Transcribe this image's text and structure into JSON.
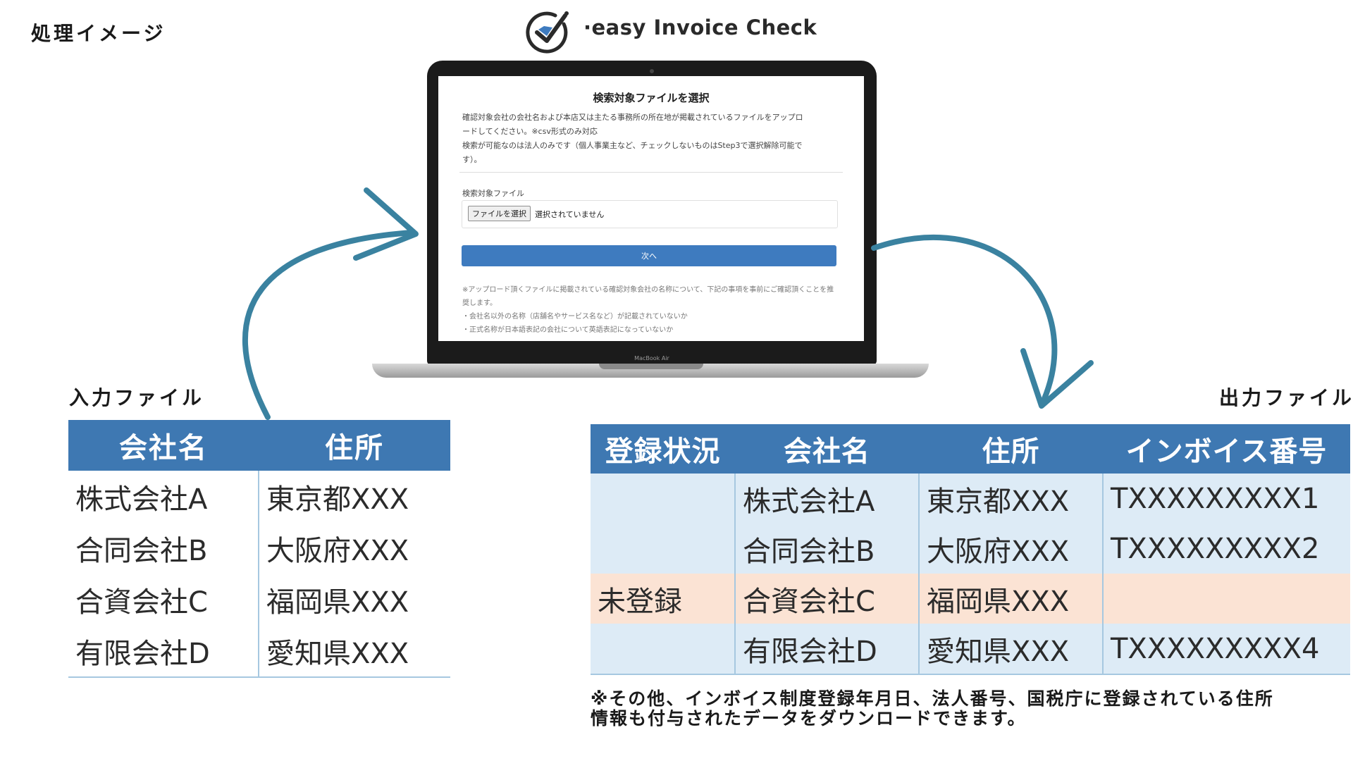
{
  "page_title": "処理イメージ",
  "logo": {
    "text": "·easy Invoice Check",
    "icon": "check-circle-logo-icon",
    "color": "#2a2a2a",
    "accent": "#3e7bbf"
  },
  "laptop": {
    "brand": "MacBook Air",
    "screen": {
      "heading": "検索対象ファイルを選択",
      "description_lines": [
        "確認対象会社の会社名および本店又は主たる事務所の所在地が掲載されているファイルをアップロ",
        "ードしてください。※csv形式のみ対応",
        "検索が可能なのは法人のみです（個人事業主など、チェックしないものはStep3で選択解除可能で",
        "す）。"
      ],
      "file_field_label": "検索対象ファイル",
      "file_button_label": "ファイルを選択",
      "file_status": "選択されていません",
      "next_button_label": "次へ",
      "note_lines": [
        "※アップロード頂くファイルに掲載されている確認対象会社の名称について、下記の事項を事前にご確認頂くことを推",
        "奨します。",
        "・会社名以外の名称（店舗名やサービス名など）が記載されていないか",
        "・正式名称が日本語表記の会社について英語表記になっていないか"
      ]
    }
  },
  "input_file": {
    "title": "入力ファイル",
    "headers": [
      "会社名",
      "住所"
    ],
    "rows": [
      [
        "株式会社A",
        "東京都XXX"
      ],
      [
        "合同会社B",
        "大阪府XXX"
      ],
      [
        "合資会社C",
        "福岡県XXX"
      ],
      [
        "有限会社D",
        "愛知県XXX"
      ]
    ]
  },
  "output_file": {
    "title": "出力ファイル",
    "headers": [
      "登録状況",
      "会社名",
      "住所",
      "インボイス番号"
    ],
    "rows": [
      [
        "",
        "株式会社A",
        "東京都XXX",
        "TXXXXXXXXX1"
      ],
      [
        "",
        "合同会社B",
        "大阪府XXX",
        "TXXXXXXXXX2"
      ],
      [
        "未登録",
        "合資会社C",
        "福岡県XXX",
        ""
      ],
      [
        "",
        "有限会社D",
        "愛知県XXX",
        "TXXXXXXXXX4"
      ]
    ]
  },
  "footnote_lines": [
    "※その他、インボイス制度登録年月日、法人番号、国税庁に登録されている住所",
    "情報も付与されたデータをダウンロードできます。"
  ],
  "colors": {
    "header_blue": "#3e78b2",
    "row_light_blue": "#ddebf6",
    "row_unregistered": "#fbe3d4",
    "arrow": "#3a82a0",
    "button_blue": "#3e7bbf"
  }
}
